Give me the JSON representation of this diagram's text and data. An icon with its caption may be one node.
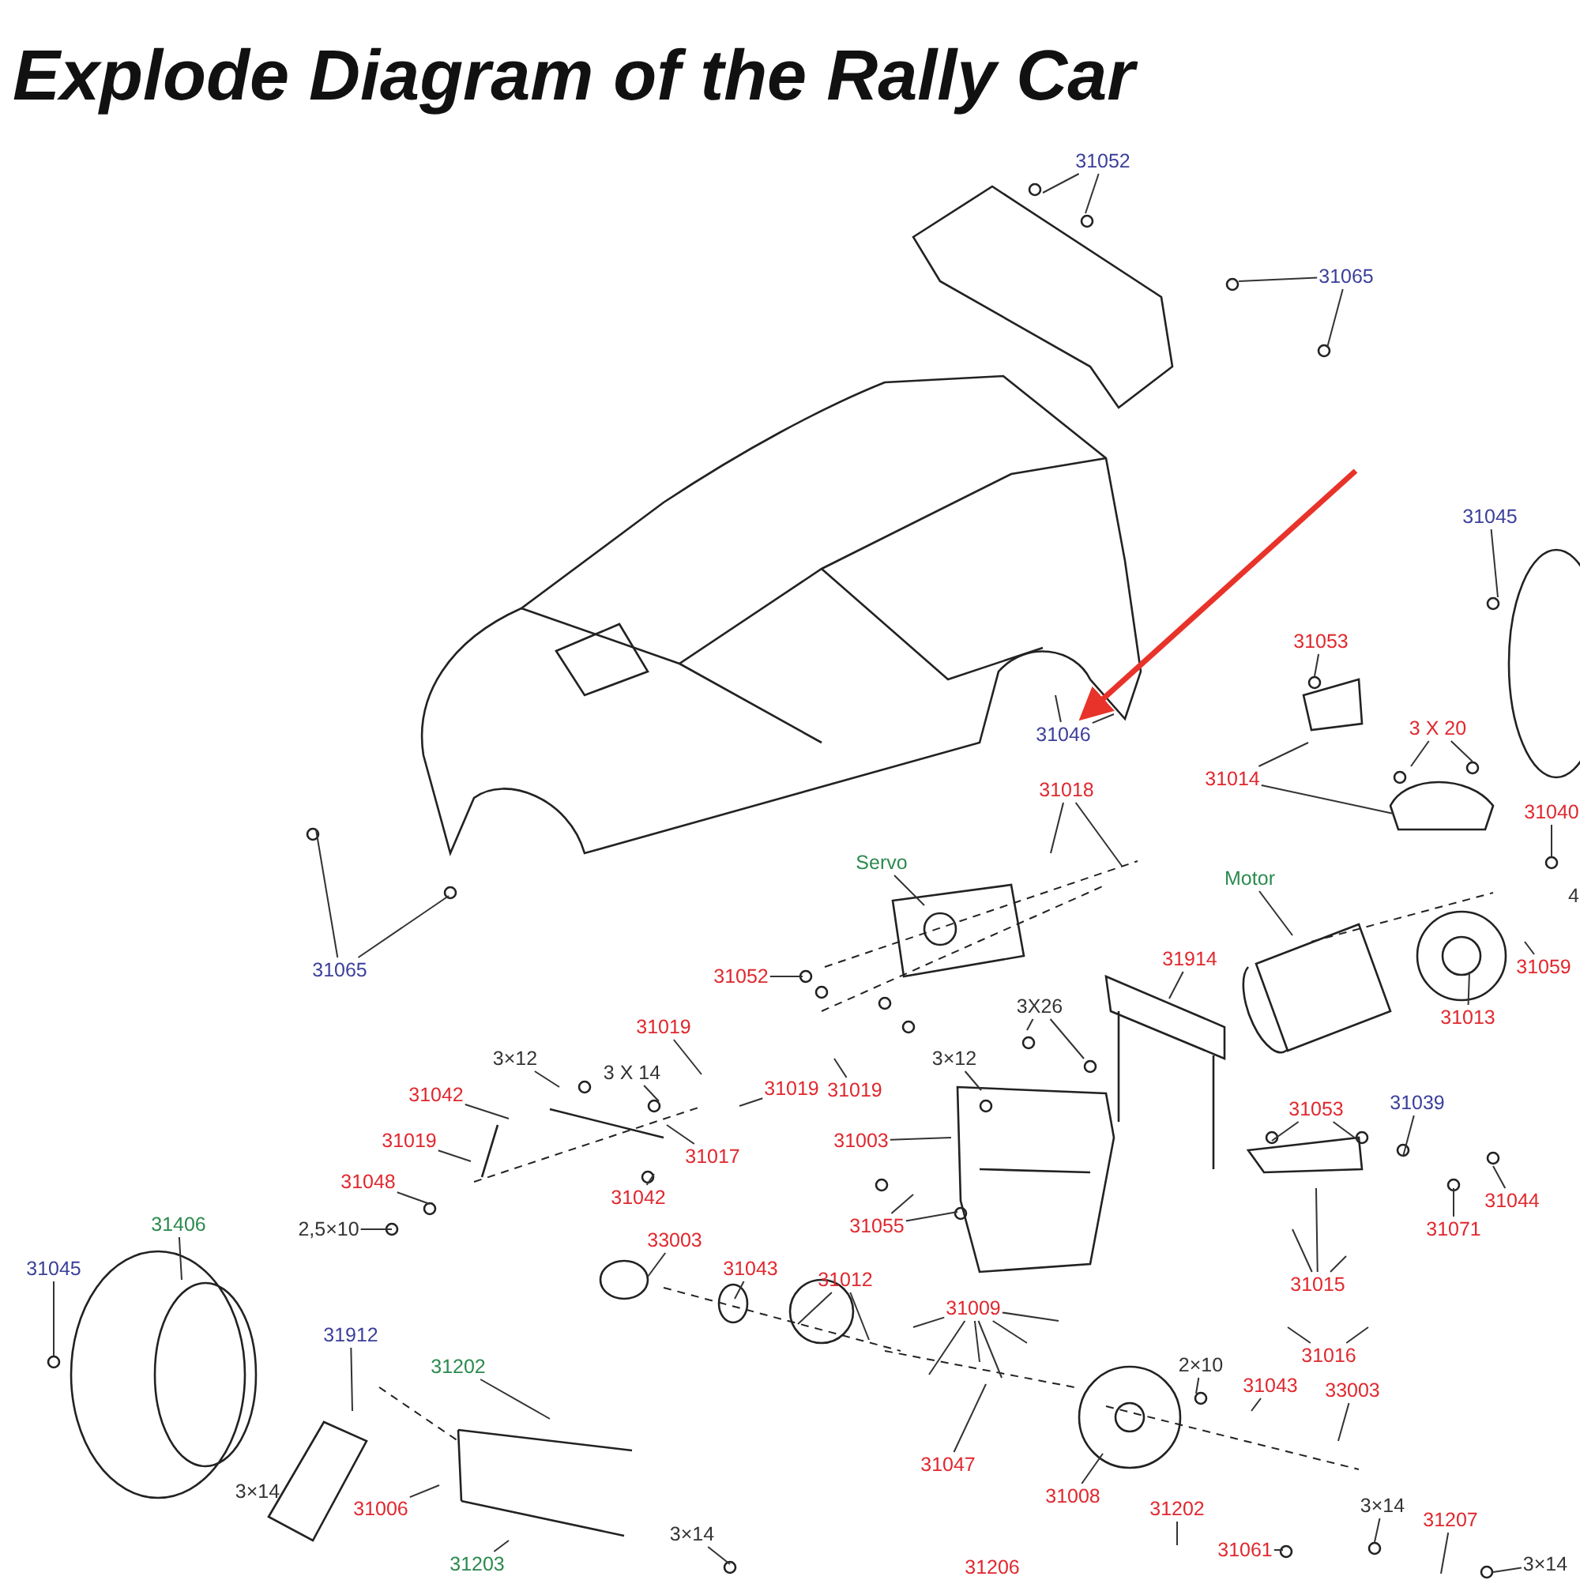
{
  "diagram": {
    "title": "Explode Diagram of the Rally Car",
    "nodes": [
      {
        "text": [
          "31052"
        ]
      },
      {
        "text": [
          "31065"
        ]
      },
      {
        "text": [
          "31046"
        ]
      },
      {
        "text": [
          "31045"
        ]
      },
      {
        "text": [
          "31053"
        ]
      },
      {
        "text": [
          "3 X 20"
        ]
      },
      {
        "text": [
          "31014"
        ]
      },
      {
        "text": [
          "31040"
        ]
      },
      {
        "text": [
          "31018"
        ]
      },
      {
        "text": [
          "31065"
        ]
      },
      {
        "text": [
          "Servo"
        ]
      },
      {
        "text": [
          "Motor"
        ]
      },
      {
        "text": [
          "31052"
        ]
      },
      {
        "text": [
          "31914"
        ]
      },
      {
        "text": [
          "3X26"
        ]
      },
      {
        "text": [
          "31013"
        ]
      },
      {
        "text": [
          "31059"
        ]
      },
      {
        "text": [
          "3×12"
        ]
      },
      {
        "text": [
          "3 X 14"
        ]
      },
      {
        "text": [
          "31019"
        ]
      },
      {
        "text": [
          "31042"
        ]
      },
      {
        "text": [
          "31017"
        ]
      },
      {
        "text": [
          "31019"
        ]
      },
      {
        "text": [
          "31019"
        ]
      },
      {
        "text": [
          "31019"
        ]
      },
      {
        "text": [
          "3×12"
        ]
      },
      {
        "text": [
          "31003"
        ]
      },
      {
        "text": [
          "31042"
        ]
      },
      {
        "text": [
          "31048"
        ]
      },
      {
        "text": [
          "2,5×10"
        ]
      },
      {
        "text": [
          "31055"
        ]
      },
      {
        "text": [
          "33003"
        ]
      },
      {
        "text": [
          "31043"
        ]
      },
      {
        "text": [
          "31012"
        ]
      },
      {
        "text": [
          "31053"
        ]
      },
      {
        "text": [
          "31039"
        ]
      },
      {
        "text": [
          "31015"
        ]
      },
      {
        "text": [
          "31071"
        ]
      },
      {
        "text": [
          "31044"
        ]
      },
      {
        "text": [
          "31016"
        ]
      },
      {
        "text": [
          "31406"
        ]
      },
      {
        "text": [
          "31045"
        ]
      },
      {
        "text": [
          "31912"
        ]
      },
      {
        "text": [
          "31202"
        ]
      },
      {
        "text": [
          "31006"
        ]
      },
      {
        "text": [
          "31203"
        ]
      },
      {
        "text": [
          "31009"
        ]
      },
      {
        "text": [
          "31047"
        ]
      },
      {
        "text": [
          "2×10"
        ]
      },
      {
        "text": [
          "31043"
        ]
      },
      {
        "text": [
          "33003"
        ]
      },
      {
        "text": [
          "31008"
        ]
      },
      {
        "text": [
          "31202"
        ]
      },
      {
        "text": [
          "31061"
        ]
      },
      {
        "text": [
          "3×14"
        ]
      },
      {
        "text": [
          "31207"
        ]
      },
      {
        "text": [
          "3×14"
        ]
      },
      {
        "text": [
          "3×14"
        ]
      }
    ],
    "edges": [
      {
        "from": 0,
        "to": null,
        "arrow": "none"
      },
      {
        "from": 0,
        "to": null,
        "arrow": "none"
      },
      {
        "from": 1,
        "to": null,
        "arrow": "none"
      },
      {
        "from": 1,
        "to": null,
        "arrow": "none"
      },
      {
        "from": 2,
        "to": null,
        "arrow": "none"
      },
      {
        "from": 2,
        "to": null,
        "arrow": "none"
      },
      {
        "from": 3,
        "to": null,
        "arrow": "none"
      },
      {
        "from": 4,
        "to": null,
        "arrow": "none"
      },
      {
        "from": 5,
        "to": null,
        "arrow": "none"
      },
      {
        "from": 5,
        "to": null,
        "arrow": "none"
      },
      {
        "from": 6,
        "to": null,
        "arrow": "none"
      },
      {
        "from": 6,
        "to": null,
        "arrow": "none"
      },
      {
        "from": 7,
        "to": null,
        "arrow": "none"
      },
      {
        "from": 8,
        "to": null,
        "arrow": "none"
      },
      {
        "from": 8,
        "to": null,
        "arrow": "none"
      },
      {
        "from": 9,
        "to": null,
        "arrow": "none"
      },
      {
        "from": 9,
        "to": null,
        "arrow": "none"
      },
      {
        "from": 10,
        "to": null,
        "arrow": "none"
      },
      {
        "from": 11,
        "to": null,
        "arrow": "none"
      },
      {
        "from": 12,
        "to": null,
        "arrow": "none"
      },
      {
        "from": 13,
        "to": null,
        "arrow": "none"
      },
      {
        "from": 14,
        "to": null,
        "arrow": "none"
      },
      {
        "from": 14,
        "to": null,
        "arrow": "none"
      },
      {
        "from": 15,
        "to": null,
        "arrow": "none"
      },
      {
        "from": 16,
        "to": null,
        "arrow": "none"
      },
      {
        "from": 17,
        "to": null,
        "arrow": "none"
      },
      {
        "from": 18,
        "to": null,
        "arrow": "none"
      },
      {
        "from": 19,
        "to": null,
        "arrow": "none"
      },
      {
        "from": 20,
        "to": null,
        "arrow": "none"
      },
      {
        "from": 21,
        "to": null,
        "arrow": "none"
      },
      {
        "from": 22,
        "to": null,
        "arrow": "none"
      },
      {
        "from": 23,
        "to": null,
        "arrow": "none"
      },
      {
        "from": 24,
        "to": null,
        "arrow": "none"
      },
      {
        "from": 25,
        "to": null,
        "arrow": "none"
      },
      {
        "from": 26,
        "to": null,
        "arrow": "none"
      },
      {
        "from": 27,
        "to": null,
        "arrow": "none"
      },
      {
        "from": 28,
        "to": null,
        "arrow": "none"
      },
      {
        "from": 29,
        "to": null,
        "arrow": "none"
      },
      {
        "from": 30,
        "to": null,
        "arrow": "none"
      },
      {
        "from": 30,
        "to": null,
        "arrow": "none"
      },
      {
        "from": 31,
        "to": null,
        "arrow": "none"
      },
      {
        "from": 32,
        "to": null,
        "arrow": "none"
      },
      {
        "from": 33,
        "to": null,
        "arrow": "none"
      },
      {
        "from": 33,
        "to": null,
        "arrow": "none"
      },
      {
        "from": 34,
        "to": null,
        "arrow": "none"
      },
      {
        "from": 34,
        "to": null,
        "arrow": "none"
      },
      {
        "from": 35,
        "to": null,
        "arrow": "none"
      },
      {
        "from": 36,
        "to": null,
        "arrow": "none"
      },
      {
        "from": 36,
        "to": null,
        "arrow": "none"
      },
      {
        "from": 36,
        "to": null,
        "arrow": "none"
      },
      {
        "from": 37,
        "to": null,
        "arrow": "none"
      },
      {
        "from": 38,
        "to": null,
        "arrow": "none"
      },
      {
        "from": 39,
        "to": null,
        "arrow": "none"
      },
      {
        "from": 39,
        "to": null,
        "arrow": "none"
      },
      {
        "from": 40,
        "to": null,
        "arrow": "none"
      },
      {
        "from": 41,
        "to": null,
        "arrow": "none"
      },
      {
        "from": 42,
        "to": null,
        "arrow": "none"
      },
      {
        "from": 43,
        "to": null,
        "arrow": "none"
      },
      {
        "from": 44,
        "to": null,
        "arrow": "none"
      },
      {
        "from": 45,
        "to": null,
        "arrow": "none"
      },
      {
        "from": 46,
        "to": null,
        "arrow": "none"
      },
      {
        "from": 46,
        "to": null,
        "arrow": "none"
      },
      {
        "from": 46,
        "to": null,
        "arrow": "none"
      },
      {
        "from": 46,
        "to": null,
        "arrow": "none"
      },
      {
        "from": 46,
        "to": null,
        "arrow": "none"
      },
      {
        "from": 46,
        "to": null,
        "arrow": "none"
      },
      {
        "from": 47,
        "to": null,
        "arrow": "none"
      },
      {
        "from": 48,
        "to": null,
        "arrow": "none"
      },
      {
        "from": 49,
        "to": null,
        "arrow": "none"
      },
      {
        "from": 50,
        "to": null,
        "arrow": "none"
      },
      {
        "from": 51,
        "to": null,
        "arrow": "none"
      },
      {
        "from": 52,
        "to": null,
        "arrow": "none"
      },
      {
        "from": 53,
        "to": null,
        "arrow": "none"
      },
      {
        "from": 54,
        "to": null,
        "arrow": "none"
      },
      {
        "from": 55,
        "to": null,
        "arrow": "none"
      },
      {
        "from": 56,
        "to": null,
        "arrow": "none"
      },
      {
        "from": 57,
        "to": null,
        "arrow": "none"
      },
      {
        "from": null,
        "to": 2,
        "arrow": "to",
        "style": "thick",
        "color": "#e8332a"
      }
    ],
    "labels": [
      "3×14",
      "31206",
      "4"
    ]
  }
}
